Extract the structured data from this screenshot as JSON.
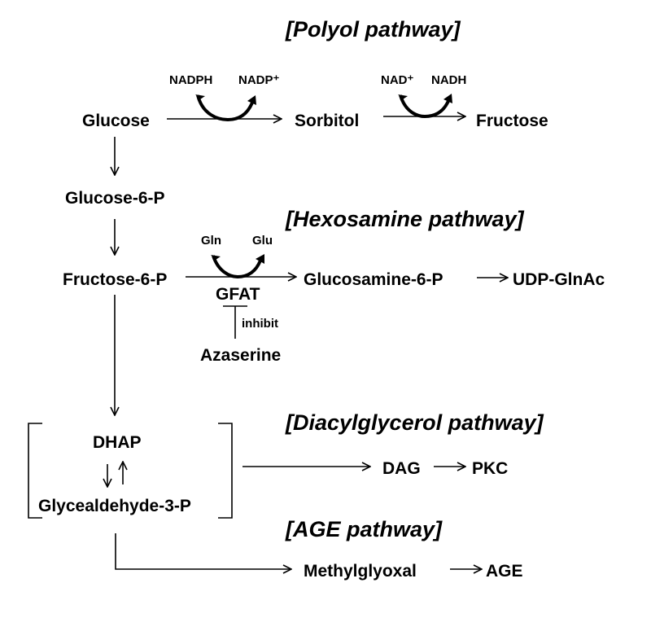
{
  "headings": {
    "polyol": "[Polyol pathway]",
    "hexosamine": "[Hexosamine pathway]",
    "diacylglycerol": "[Diacylglycerol pathway]",
    "age": "[AGE pathway]"
  },
  "nodes": {
    "glucose": "Glucose",
    "sorbitol": "Sorbitol",
    "fructose": "Fructose",
    "glucose6p": "Glucose-6-P",
    "fructose6p": "Fructose-6-P",
    "glucosamine6p": "Glucosamine-6-P",
    "udpglnac": "UDP-GlnAc",
    "gfat": "GFAT",
    "azaserine": "Azaserine",
    "dhap": "DHAP",
    "g3p": "Glycealdehyde-3-P",
    "dag": "DAG",
    "pkc": "PKC",
    "methylglyoxal": "Methylglyoxal",
    "age": "AGE"
  },
  "cofactors": {
    "nadph": "NADPH",
    "nadp_plus": "NADP⁺",
    "nad_plus": "NAD⁺",
    "nadh": "NADH",
    "gln": "Gln",
    "glu": "Glu"
  },
  "labels": {
    "inhibit": "inhibit"
  },
  "edges": [
    {
      "from": "Glucose",
      "to": "Sorbitol",
      "cofactor_in": "NADPH",
      "cofactor_out": "NADP⁺"
    },
    {
      "from": "Sorbitol",
      "to": "Fructose",
      "cofactor_in": "NAD⁺",
      "cofactor_out": "NADH"
    },
    {
      "from": "Glucose",
      "to": "Glucose-6-P"
    },
    {
      "from": "Glucose-6-P",
      "to": "Fructose-6-P"
    },
    {
      "from": "Fructose-6-P",
      "to": "Glucosamine-6-P",
      "enzyme": "GFAT",
      "cofactor_in": "Gln",
      "cofactor_out": "Glu"
    },
    {
      "from": "Glucosamine-6-P",
      "to": "UDP-GlnAc"
    },
    {
      "from": "Azaserine",
      "to": "GFAT",
      "type": "inhibit"
    },
    {
      "from": "Fructose-6-P",
      "to": "DHAP"
    },
    {
      "from": "DHAP",
      "to": "Glycealdehyde-3-P",
      "type": "reversible"
    },
    {
      "from": "DHAP/Glycealdehyde-3-P",
      "to": "DAG"
    },
    {
      "from": "DAG",
      "to": "PKC"
    },
    {
      "from": "Glycealdehyde-3-P",
      "to": "Methylglyoxal"
    },
    {
      "from": "Methylglyoxal",
      "to": "AGE"
    }
  ]
}
